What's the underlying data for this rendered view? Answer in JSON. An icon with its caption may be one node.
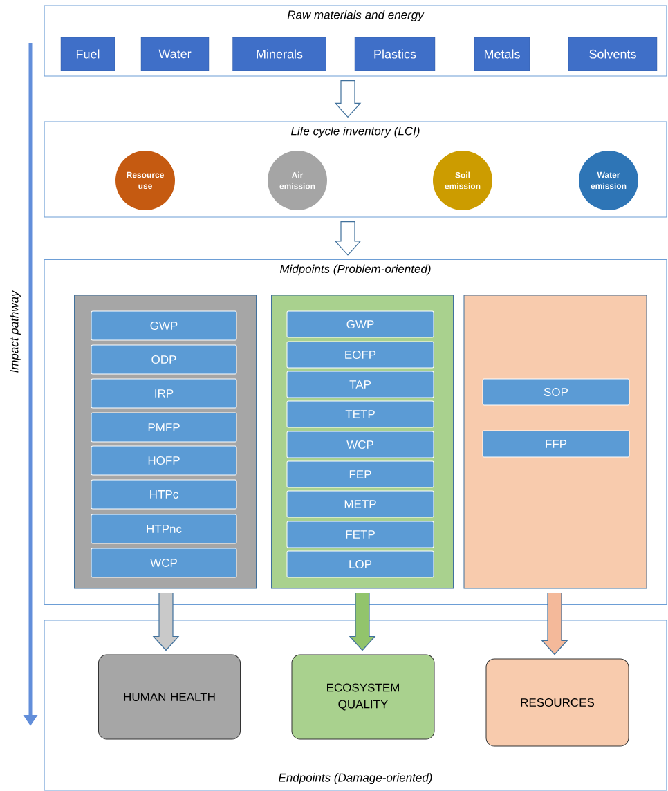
{
  "diagram": {
    "nodes": [
      {
        "text": [
          "Raw materials and energy"
        ]
      },
      {
        "text": [
          "Fuel"
        ],
        "in": 0
      },
      {
        "text": [
          "Water"
        ],
        "in": 0
      },
      {
        "text": [
          "Minerals"
        ],
        "in": 0
      },
      {
        "text": [
          "Plastics"
        ],
        "in": 0
      },
      {
        "text": [
          "Metals"
        ],
        "in": 0
      },
      {
        "text": [
          "Solvents"
        ],
        "in": 0
      },
      {
        "text": [
          "Life cycle inventory (LCI)"
        ]
      },
      {
        "text": [
          "Resource use"
        ],
        "in": 7
      },
      {
        "text": [
          "Air emission"
        ],
        "in": 7
      },
      {
        "text": [
          "Soil emission"
        ],
        "in": 7
      },
      {
        "text": [
          "Water emission"
        ],
        "in": 7
      },
      {
        "text": [
          "Midpoints (Problem-oriented)"
        ]
      },
      {
        "text": [],
        "shape": "box",
        "in": 12
      },
      {
        "text": [
          "GWP"
        ],
        "in": 13
      },
      {
        "text": [
          "ODP"
        ],
        "in": 13
      },
      {
        "text": [
          "IRP"
        ],
        "in": 13
      },
      {
        "text": [
          "PMFP"
        ],
        "in": 13
      },
      {
        "text": [
          "HOFP"
        ],
        "in": 13
      },
      {
        "text": [
          "HTPc"
        ],
        "in": 13
      },
      {
        "text": [
          "HTPnc"
        ],
        "in": 13
      },
      {
        "text": [
          "WCP"
        ],
        "in": 13
      },
      {
        "text": [],
        "shape": "box",
        "in": 12
      },
      {
        "text": [
          "GWP"
        ],
        "in": 22
      },
      {
        "text": [
          "EOFP"
        ],
        "in": 22
      },
      {
        "text": [
          "TAP"
        ],
        "in": 22
      },
      {
        "text": [
          "TETP"
        ],
        "in": 22
      },
      {
        "text": [
          "WCP"
        ],
        "in": 22
      },
      {
        "text": [
          "FEP"
        ],
        "in": 22
      },
      {
        "text": [
          "METP"
        ],
        "in": 22
      },
      {
        "text": [
          "FETP"
        ],
        "in": 22
      },
      {
        "text": [
          "LOP"
        ],
        "in": 22
      },
      {
        "text": [],
        "shape": "box",
        "in": 12
      },
      {
        "text": [
          "SOP"
        ],
        "in": 32
      },
      {
        "text": [
          "FFP"
        ],
        "in": 32
      },
      {
        "text": [
          "Endpoints (Damage-oriented)"
        ]
      },
      {
        "text": [
          "HUMAN HEALTH"
        ],
        "in": 35
      },
      {
        "text": [
          "ECOSYSTEM QUALITY"
        ],
        "in": 35
      },
      {
        "text": [
          "RESOURCES"
        ],
        "in": 35
      }
    ],
    "edges": [
      {
        "from": 0,
        "to": 7,
        "arrow": "to"
      },
      {
        "from": 7,
        "to": 12,
        "arrow": "to"
      },
      {
        "from": 13,
        "to": 36,
        "arrow": "to",
        "color": "#c9c9c9"
      },
      {
        "from": 22,
        "to": 37,
        "arrow": "to",
        "color": "#92c46c"
      },
      {
        "from": 32,
        "to": 38,
        "arrow": "to",
        "color": "#f4b99a"
      }
    ],
    "labels": [
      "Impact pathway"
    ]
  }
}
